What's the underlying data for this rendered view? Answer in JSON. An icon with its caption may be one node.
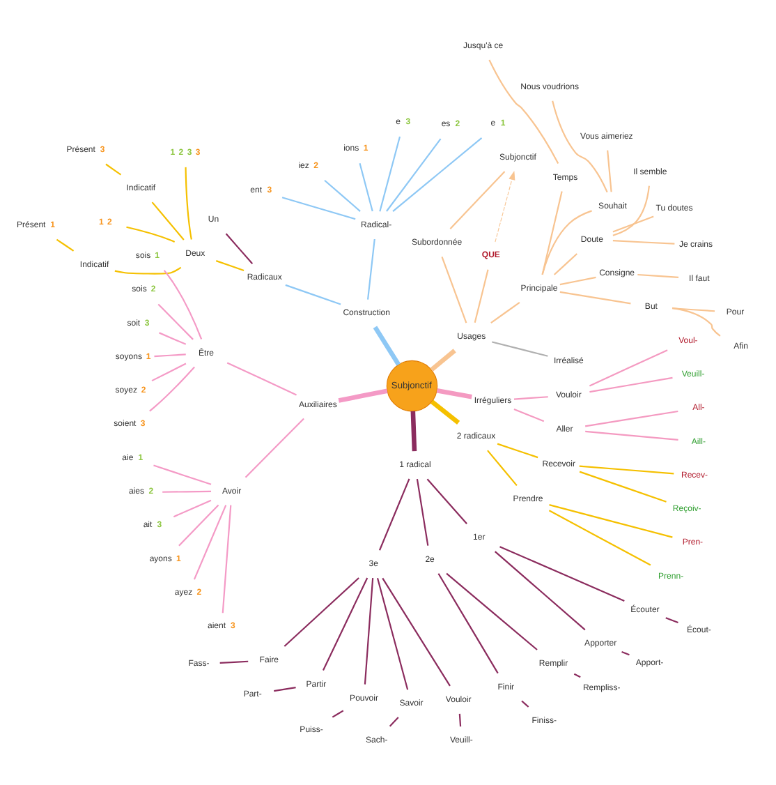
{
  "diagram": {
    "nodes": [
      {
        "text": [
          "Subjonctif"
        ]
      },
      {
        "text": [
          "Usages"
        ]
      },
      {
        "text": [
          "Irréalisé"
        ]
      },
      {
        "text": [
          "Principale"
        ]
      },
      {
        "text": [
          "But"
        ]
      },
      {
        "text": [
          "Afin"
        ]
      },
      {
        "text": [
          "Pour"
        ]
      },
      {
        "text": [
          "Consigne"
        ]
      },
      {
        "text": [
          "Il faut"
        ]
      },
      {
        "text": [
          "Doute"
        ]
      },
      {
        "text": [
          "Je crains"
        ]
      },
      {
        "text": [
          "Tu doutes"
        ]
      },
      {
        "text": [
          "Il semble"
        ]
      },
      {
        "text": [
          "Souhait"
        ]
      },
      {
        "text": [
          "Vous aimeriez"
        ]
      },
      {
        "text": [
          "Nous voudrions"
        ]
      },
      {
        "text": [
          "Temps"
        ]
      },
      {
        "text": [
          "Jusqu'à ce"
        ]
      },
      {
        "text": [
          "QUE"
        ]
      },
      {
        "text": [
          "Subordonnée"
        ]
      },
      {
        "text": [
          "Subjonctif"
        ]
      },
      {
        "text": [
          "Construction"
        ]
      },
      {
        "text": [
          "Radical-"
        ]
      },
      {
        "text": [
          "e"
        ],
        "beside": [
          "1"
        ]
      },
      {
        "text": [
          "es"
        ],
        "beside": [
          "2"
        ]
      },
      {
        "text": [
          "e"
        ],
        "beside": [
          "3"
        ]
      },
      {
        "text": [
          "ions"
        ],
        "beside": [
          "1"
        ]
      },
      {
        "text": [
          "iez"
        ],
        "beside": [
          "2"
        ]
      },
      {
        "text": [
          "ent"
        ],
        "beside": [
          "3"
        ]
      },
      {
        "text": [
          "Radicaux"
        ]
      },
      {
        "text": [
          "Un"
        ]
      },
      {
        "text": [
          "Deux"
        ]
      },
      {
        "text": [
          "1",
          "2",
          "3",
          "3"
        ]
      },
      {
        "text": [
          "Indicatif"
        ]
      },
      {
        "text": [
          "Présent"
        ],
        "beside": [
          "3"
        ]
      },
      {
        "text": [
          "1",
          "2"
        ]
      },
      {
        "text": [
          "Indicatif"
        ]
      },
      {
        "text": [
          "Présent"
        ],
        "beside": [
          "1"
        ]
      },
      {
        "text": [
          "Auxiliaires"
        ]
      },
      {
        "text": [
          "Être"
        ]
      },
      {
        "text": [
          "sois"
        ],
        "beside": [
          "1"
        ]
      },
      {
        "text": [
          "sois"
        ],
        "beside": [
          "2"
        ]
      },
      {
        "text": [
          "soit"
        ],
        "beside": [
          "3"
        ]
      },
      {
        "text": [
          "soyons"
        ],
        "beside": [
          "1"
        ]
      },
      {
        "text": [
          "soyez"
        ],
        "beside": [
          "2"
        ]
      },
      {
        "text": [
          "soient"
        ],
        "beside": [
          "3"
        ]
      },
      {
        "text": [
          "Avoir"
        ]
      },
      {
        "text": [
          "aie"
        ],
        "beside": [
          "1"
        ]
      },
      {
        "text": [
          "aies"
        ],
        "beside": [
          "2"
        ]
      },
      {
        "text": [
          "ait"
        ],
        "beside": [
          "3"
        ]
      },
      {
        "text": [
          "ayons"
        ],
        "beside": [
          "1"
        ]
      },
      {
        "text": [
          "ayez"
        ],
        "beside": [
          "2"
        ]
      },
      {
        "text": [
          "aient"
        ],
        "beside": [
          "3"
        ]
      },
      {
        "text": [
          "1 radical"
        ]
      },
      {
        "text": [
          "3e"
        ]
      },
      {
        "text": [
          "Faire"
        ]
      },
      {
        "text": [
          "Fass-"
        ]
      },
      {
        "text": [
          "Partir"
        ]
      },
      {
        "text": [
          "Part-"
        ]
      },
      {
        "text": [
          "Pouvoir"
        ]
      },
      {
        "text": [
          "Puiss-"
        ]
      },
      {
        "text": [
          "Savoir"
        ]
      },
      {
        "text": [
          "Sach-"
        ]
      },
      {
        "text": [
          "Vouloir"
        ]
      },
      {
        "text": [
          "Veuill-"
        ]
      },
      {
        "text": [
          "2e"
        ]
      },
      {
        "text": [
          "Finir"
        ]
      },
      {
        "text": [
          "Finiss-"
        ]
      },
      {
        "text": [
          "Remplir"
        ]
      },
      {
        "text": [
          "Rempliss-"
        ]
      },
      {
        "text": [
          "1er"
        ]
      },
      {
        "text": [
          "Apporter"
        ]
      },
      {
        "text": [
          "Apport-"
        ]
      },
      {
        "text": [
          "Écouter"
        ]
      },
      {
        "text": [
          "Écout-"
        ]
      },
      {
        "text": [
          "2 radicaux"
        ]
      },
      {
        "text": [
          "Prendre"
        ]
      },
      {
        "text": [
          "Prenn-"
        ]
      },
      {
        "text": [
          "Pren-"
        ]
      },
      {
        "text": [
          "Recevoir"
        ]
      },
      {
        "text": [
          "Reçoiv-"
        ]
      },
      {
        "text": [
          "Recev-"
        ]
      },
      {
        "text": [
          "Irréguliers"
        ]
      },
      {
        "text": [
          "Aller"
        ]
      },
      {
        "text": [
          "Aill-"
        ]
      },
      {
        "text": [
          "All-"
        ]
      },
      {
        "text": [
          "Vouloir"
        ]
      },
      {
        "text": [
          "Veuill-"
        ]
      },
      {
        "text": [
          "Voul-"
        ]
      }
    ],
    "edges": [
      {
        "from": 0,
        "to": 1,
        "arrow": "none",
        "color": "#f8c491",
        "style": "thick"
      },
      {
        "from": 1,
        "to": 2,
        "arrow": "none",
        "color": "#b0b0b0"
      },
      {
        "from": 1,
        "to": 3,
        "arrow": "none",
        "color": "#f8c491"
      },
      {
        "from": 3,
        "to": 4,
        "arrow": "none",
        "color": "#f8c491"
      },
      {
        "from": 4,
        "to": 5,
        "arrow": "none",
        "color": "#f8c491"
      },
      {
        "from": 4,
        "to": 6,
        "arrow": "none",
        "color": "#f8c491"
      },
      {
        "from": 3,
        "to": 7,
        "arrow": "none",
        "color": "#f8c491"
      },
      {
        "from": 7,
        "to": 8,
        "arrow": "none",
        "color": "#f8c491"
      },
      {
        "from": 3,
        "to": 9,
        "arrow": "none",
        "color": "#f8c491"
      },
      {
        "from": 9,
        "to": 10,
        "arrow": "none",
        "color": "#f8c491"
      },
      {
        "from": 9,
        "to": 11,
        "arrow": "none",
        "color": "#f8c491"
      },
      {
        "from": 9,
        "to": 12,
        "arrow": "none",
        "color": "#f8c491"
      },
      {
        "from": 3,
        "to": 13,
        "arrow": "none",
        "color": "#f8c491"
      },
      {
        "from": 13,
        "to": 14,
        "arrow": "none",
        "color": "#f8c491"
      },
      {
        "from": 13,
        "to": 15,
        "arrow": "none",
        "color": "#f8c491"
      },
      {
        "from": 3,
        "to": 16,
        "arrow": "none",
        "color": "#f8c491"
      },
      {
        "from": 16,
        "to": 17,
        "arrow": "none",
        "color": "#f8c491"
      },
      {
        "from": 1,
        "to": 18,
        "arrow": "none",
        "color": "#f8c491"
      },
      {
        "from": 1,
        "to": 19,
        "arrow": "none",
        "color": "#f8c491"
      },
      {
        "from": 19,
        "to": 20,
        "arrow": "none",
        "color": "#f8c491"
      },
      {
        "from": 18,
        "to": 20,
        "arrow": "to",
        "color": "#f8c491",
        "style": "dashed"
      },
      {
        "from": 0,
        "to": 21,
        "arrow": "none",
        "color": "#8ec8f5",
        "style": "thick"
      },
      {
        "from": 21,
        "to": 22,
        "arrow": "none",
        "color": "#8ec8f5"
      },
      {
        "from": 22,
        "to": 23,
        "arrow": "none",
        "color": "#8ec8f5"
      },
      {
        "from": 22,
        "to": 24,
        "arrow": "none",
        "color": "#8ec8f5"
      },
      {
        "from": 22,
        "to": 25,
        "arrow": "none",
        "color": "#8ec8f5"
      },
      {
        "from": 22,
        "to": 26,
        "arrow": "none",
        "color": "#8ec8f5"
      },
      {
        "from": 22,
        "to": 27,
        "arrow": "none",
        "color": "#8ec8f5"
      },
      {
        "from": 22,
        "to": 28,
        "arrow": "none",
        "color": "#8ec8f5"
      },
      {
        "from": 21,
        "to": 29,
        "arrow": "none",
        "color": "#8ec8f5"
      },
      {
        "from": 29,
        "to": 30,
        "arrow": "none",
        "color": "#8b2c5e"
      },
      {
        "from": 29,
        "to": 31,
        "arrow": "none",
        "color": "#f5c000"
      },
      {
        "from": 31,
        "to": 32,
        "arrow": "none",
        "color": "#f5c000"
      },
      {
        "from": 31,
        "to": 33,
        "arrow": "none",
        "color": "#f5c000"
      },
      {
        "from": 33,
        "to": 34,
        "arrow": "none",
        "color": "#f5c000"
      },
      {
        "from": 31,
        "to": 35,
        "arrow": "none",
        "color": "#f5c000"
      },
      {
        "from": 31,
        "to": 36,
        "arrow": "none",
        "color": "#f5c000"
      },
      {
        "from": 36,
        "to": 37,
        "arrow": "none",
        "color": "#f5c000"
      },
      {
        "from": 0,
        "to": 38,
        "arrow": "none",
        "color": "#f49ac6",
        "style": "thick"
      },
      {
        "from": 38,
        "to": 39,
        "arrow": "none",
        "color": "#f49ac6"
      },
      {
        "from": 39,
        "to": 40,
        "arrow": "none",
        "color": "#f49ac6"
      },
      {
        "from": 39,
        "to": 41,
        "arrow": "none",
        "color": "#f49ac6"
      },
      {
        "from": 39,
        "to": 42,
        "arrow": "none",
        "color": "#f49ac6"
      },
      {
        "from": 39,
        "to": 43,
        "arrow": "none",
        "color": "#f49ac6"
      },
      {
        "from": 39,
        "to": 44,
        "arrow": "none",
        "color": "#f49ac6"
      },
      {
        "from": 39,
        "to": 45,
        "arrow": "none",
        "color": "#f49ac6"
      },
      {
        "from": 38,
        "to": 46,
        "arrow": "none",
        "color": "#f49ac6"
      },
      {
        "from": 46,
        "to": 47,
        "arrow": "none",
        "color": "#f49ac6"
      },
      {
        "from": 46,
        "to": 48,
        "arrow": "none",
        "color": "#f49ac6"
      },
      {
        "from": 46,
        "to": 49,
        "arrow": "none",
        "color": "#f49ac6"
      },
      {
        "from": 46,
        "to": 50,
        "arrow": "none",
        "color": "#f49ac6"
      },
      {
        "from": 46,
        "to": 51,
        "arrow": "none",
        "color": "#f49ac6"
      },
      {
        "from": 46,
        "to": 52,
        "arrow": "none",
        "color": "#f49ac6"
      },
      {
        "from": 0,
        "to": 53,
        "arrow": "none",
        "color": "#8b2c5e",
        "style": "thick"
      },
      {
        "from": 53,
        "to": 54,
        "arrow": "none",
        "color": "#8b2c5e"
      },
      {
        "from": 54,
        "to": 55,
        "arrow": "none",
        "color": "#8b2c5e"
      },
      {
        "from": 55,
        "to": 56,
        "arrow": "none",
        "color": "#8b2c5e"
      },
      {
        "from": 54,
        "to": 57,
        "arrow": "none",
        "color": "#8b2c5e"
      },
      {
        "from": 57,
        "to": 58,
        "arrow": "none",
        "color": "#8b2c5e"
      },
      {
        "from": 54,
        "to": 59,
        "arrow": "none",
        "color": "#8b2c5e"
      },
      {
        "from": 59,
        "to": 60,
        "arrow": "none",
        "color": "#8b2c5e"
      },
      {
        "from": 54,
        "to": 61,
        "arrow": "none",
        "color": "#8b2c5e"
      },
      {
        "from": 61,
        "to": 62,
        "arrow": "none",
        "color": "#8b2c5e"
      },
      {
        "from": 54,
        "to": 63,
        "arrow": "none",
        "color": "#8b2c5e"
      },
      {
        "from": 63,
        "to": 64,
        "arrow": "none",
        "color": "#8b2c5e"
      },
      {
        "from": 53,
        "to": 65,
        "arrow": "none",
        "color": "#8b2c5e"
      },
      {
        "from": 65,
        "to": 66,
        "arrow": "none",
        "color": "#8b2c5e"
      },
      {
        "from": 66,
        "to": 67,
        "arrow": "none",
        "color": "#8b2c5e"
      },
      {
        "from": 65,
        "to": 68,
        "arrow": "none",
        "color": "#8b2c5e"
      },
      {
        "from": 68,
        "to": 69,
        "arrow": "none",
        "color": "#8b2c5e"
      },
      {
        "from": 53,
        "to": 70,
        "arrow": "none",
        "color": "#8b2c5e"
      },
      {
        "from": 70,
        "to": 71,
        "arrow": "none",
        "color": "#8b2c5e"
      },
      {
        "from": 71,
        "to": 72,
        "arrow": "none",
        "color": "#8b2c5e"
      },
      {
        "from": 70,
        "to": 73,
        "arrow": "none",
        "color": "#8b2c5e"
      },
      {
        "from": 73,
        "to": 74,
        "arrow": "none",
        "color": "#8b2c5e"
      },
      {
        "from": 0,
        "to": 75,
        "arrow": "none",
        "color": "#f5c000",
        "style": "thick"
      },
      {
        "from": 75,
        "to": 76,
        "arrow": "none",
        "color": "#f5c000"
      },
      {
        "from": 76,
        "to": 77,
        "arrow": "none",
        "color": "#f5c000"
      },
      {
        "from": 76,
        "to": 78,
        "arrow": "none",
        "color": "#f5c000"
      },
      {
        "from": 75,
        "to": 79,
        "arrow": "none",
        "color": "#f5c000"
      },
      {
        "from": 79,
        "to": 80,
        "arrow": "none",
        "color": "#f5c000"
      },
      {
        "from": 79,
        "to": 81,
        "arrow": "none",
        "color": "#f5c000"
      },
      {
        "from": 0,
        "to": 82,
        "arrow": "none",
        "color": "#f49ac1",
        "style": "thick"
      },
      {
        "from": 82,
        "to": 83,
        "arrow": "none",
        "color": "#f49ac1"
      },
      {
        "from": 83,
        "to": 84,
        "arrow": "none",
        "color": "#f49ac1"
      },
      {
        "from": 83,
        "to": 85,
        "arrow": "none",
        "color": "#f49ac1"
      },
      {
        "from": 82,
        "to": 86,
        "arrow": "none",
        "color": "#f49ac1"
      },
      {
        "from": 86,
        "to": 87,
        "arrow": "none",
        "color": "#f49ac1"
      },
      {
        "from": 86,
        "to": 88,
        "arrow": "none",
        "color": "#f49ac1"
      }
    ]
  }
}
